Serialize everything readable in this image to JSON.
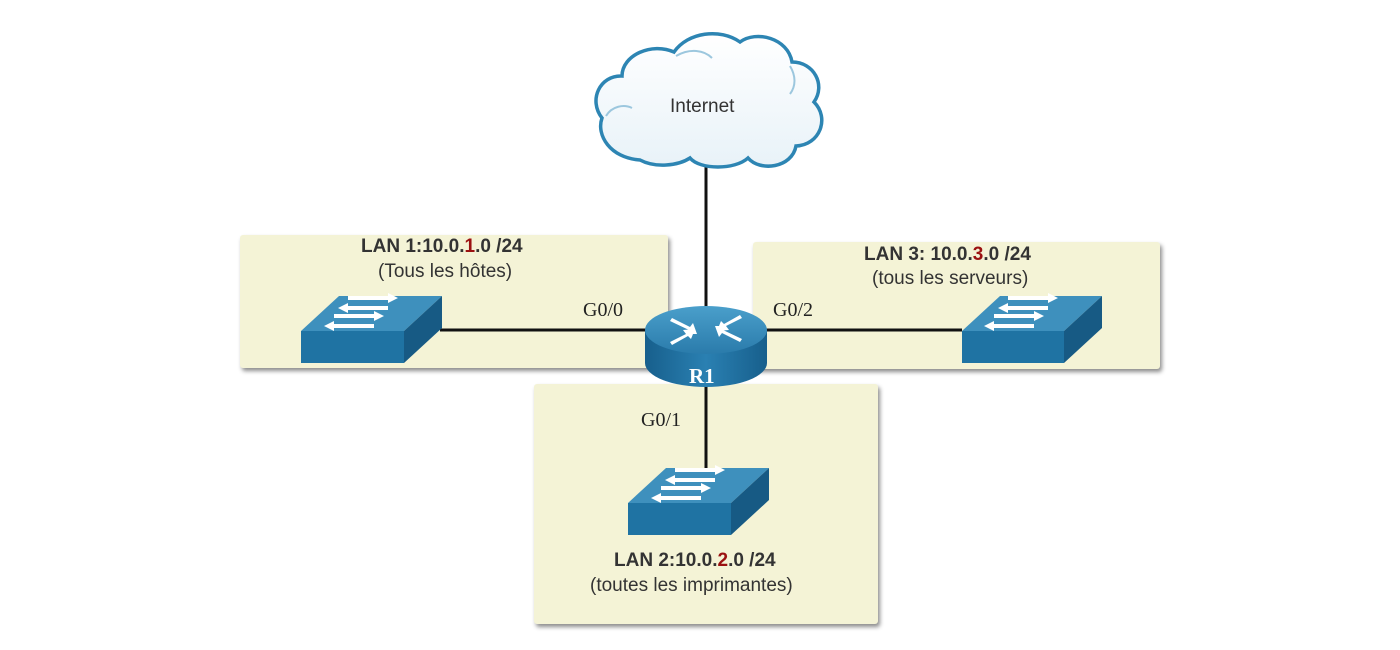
{
  "internet": {
    "label": "Internet"
  },
  "router": {
    "label": "R1"
  },
  "ports": {
    "g00": "G0/0",
    "g01": "G0/1",
    "g02": "G0/2"
  },
  "lans": [
    {
      "prefix": "LAN 1:10.0.",
      "highlight": "1",
      "suffix": ".0 /24",
      "description": "(Tous les hôtes)"
    },
    {
      "prefix": "LAN 2:10.0.",
      "highlight": "2",
      "suffix": ".0 /24",
      "description": "(toutes les imprimantes)"
    },
    {
      "prefix": "LAN 3: 10.0.",
      "highlight": "3",
      "suffix": ".0 /24",
      "description": "(tous les serveurs)"
    }
  ],
  "colors": {
    "panel": "#f4f3d6",
    "device": "#1f73a3",
    "device_top": "#3e90bd",
    "highlight": "#9b1111",
    "cloud_outline": "#2d85b3"
  },
  "icons": {
    "switch": "switch-icon",
    "router": "router-icon",
    "cloud": "cloud-icon"
  }
}
